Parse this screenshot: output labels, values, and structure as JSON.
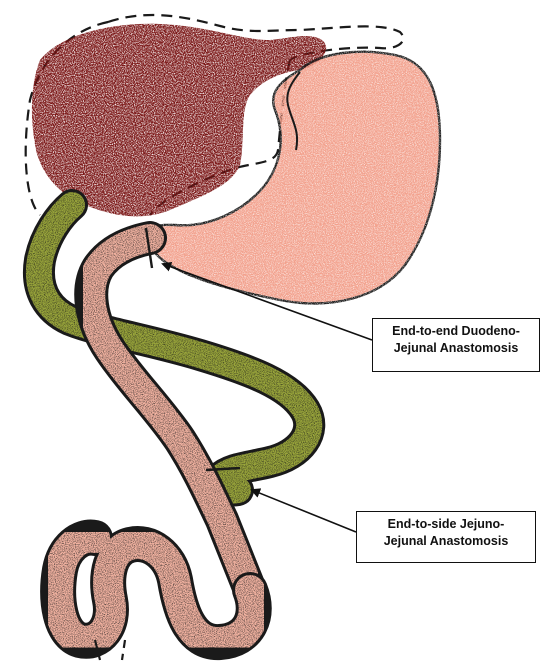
{
  "labels": {
    "duodeno_jejunal": {
      "line1": "End-to-end Duodeno-",
      "line2": "Jejunal Anastomosis"
    },
    "jejuno_jejunal": {
      "line1": "End-to-side Jejuno-",
      "line2": "Jejunal Anastomosis"
    }
  },
  "colors": {
    "liver": "#7a1414",
    "stomach": "#f2a08c",
    "bowel": "#f4b4a2",
    "biliary_limb": "#9aa63a",
    "outline": "#1a1a1a",
    "background": "#ffffff"
  }
}
